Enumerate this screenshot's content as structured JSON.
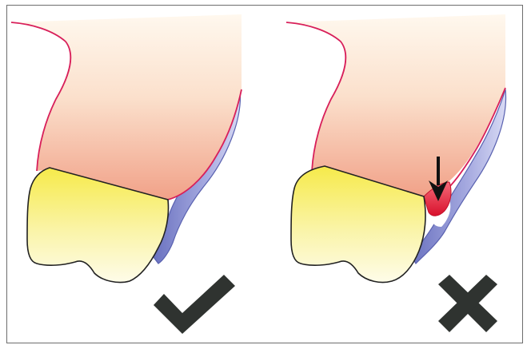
{
  "figure": {
    "panels": [
      {
        "id": "left",
        "verdict": "correct",
        "verdict_icon": "check-mark-icon"
      },
      {
        "id": "right",
        "verdict": "incorrect",
        "verdict_icon": "cross-mark-icon",
        "annotation_icon": "down-arrow-icon"
      }
    ],
    "colors": {
      "frame_border": "#6d6d6d",
      "gingiva_fill_top": "#fff7ea",
      "gingiva_fill_bottom": "#f2a58e",
      "gingiva_outline": "#d81f5a",
      "bone_blue": "#6b73c0",
      "bone_blue_light": "#c3c6ee",
      "crown_yellow_top": "#f5e84d",
      "crown_yellow_bottom": "#fdfbe6",
      "crown_outline": "#222222",
      "inflamed_red": "#e0233c",
      "arrow": "#111111",
      "verdict_mark": "#2f3330"
    }
  }
}
